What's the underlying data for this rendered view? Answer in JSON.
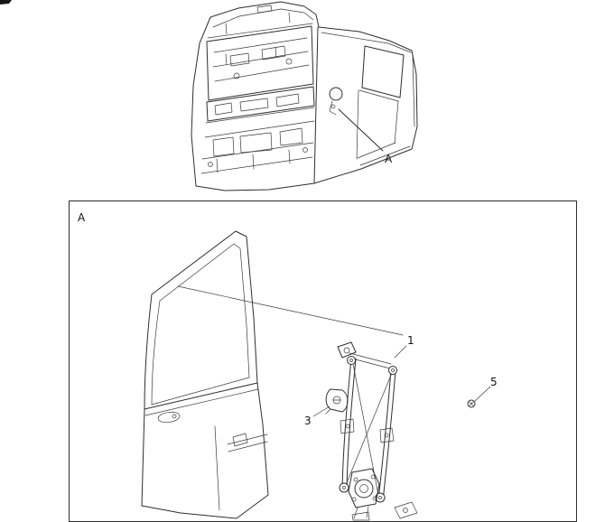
{
  "colors": {
    "background": "#ffffff",
    "line": "#2e2e2e",
    "text": "#141414"
  },
  "diagram": {
    "type": "exploded-parts-line-drawing",
    "cab_view": {
      "description": "truck cab shell with part location circled",
      "callout_label": "A"
    },
    "detail_view": {
      "box_label": "A",
      "description": "door with window regulator assembly exploded",
      "part_labels": {
        "regulator": "1",
        "clip": "3",
        "screw": "5"
      }
    }
  }
}
